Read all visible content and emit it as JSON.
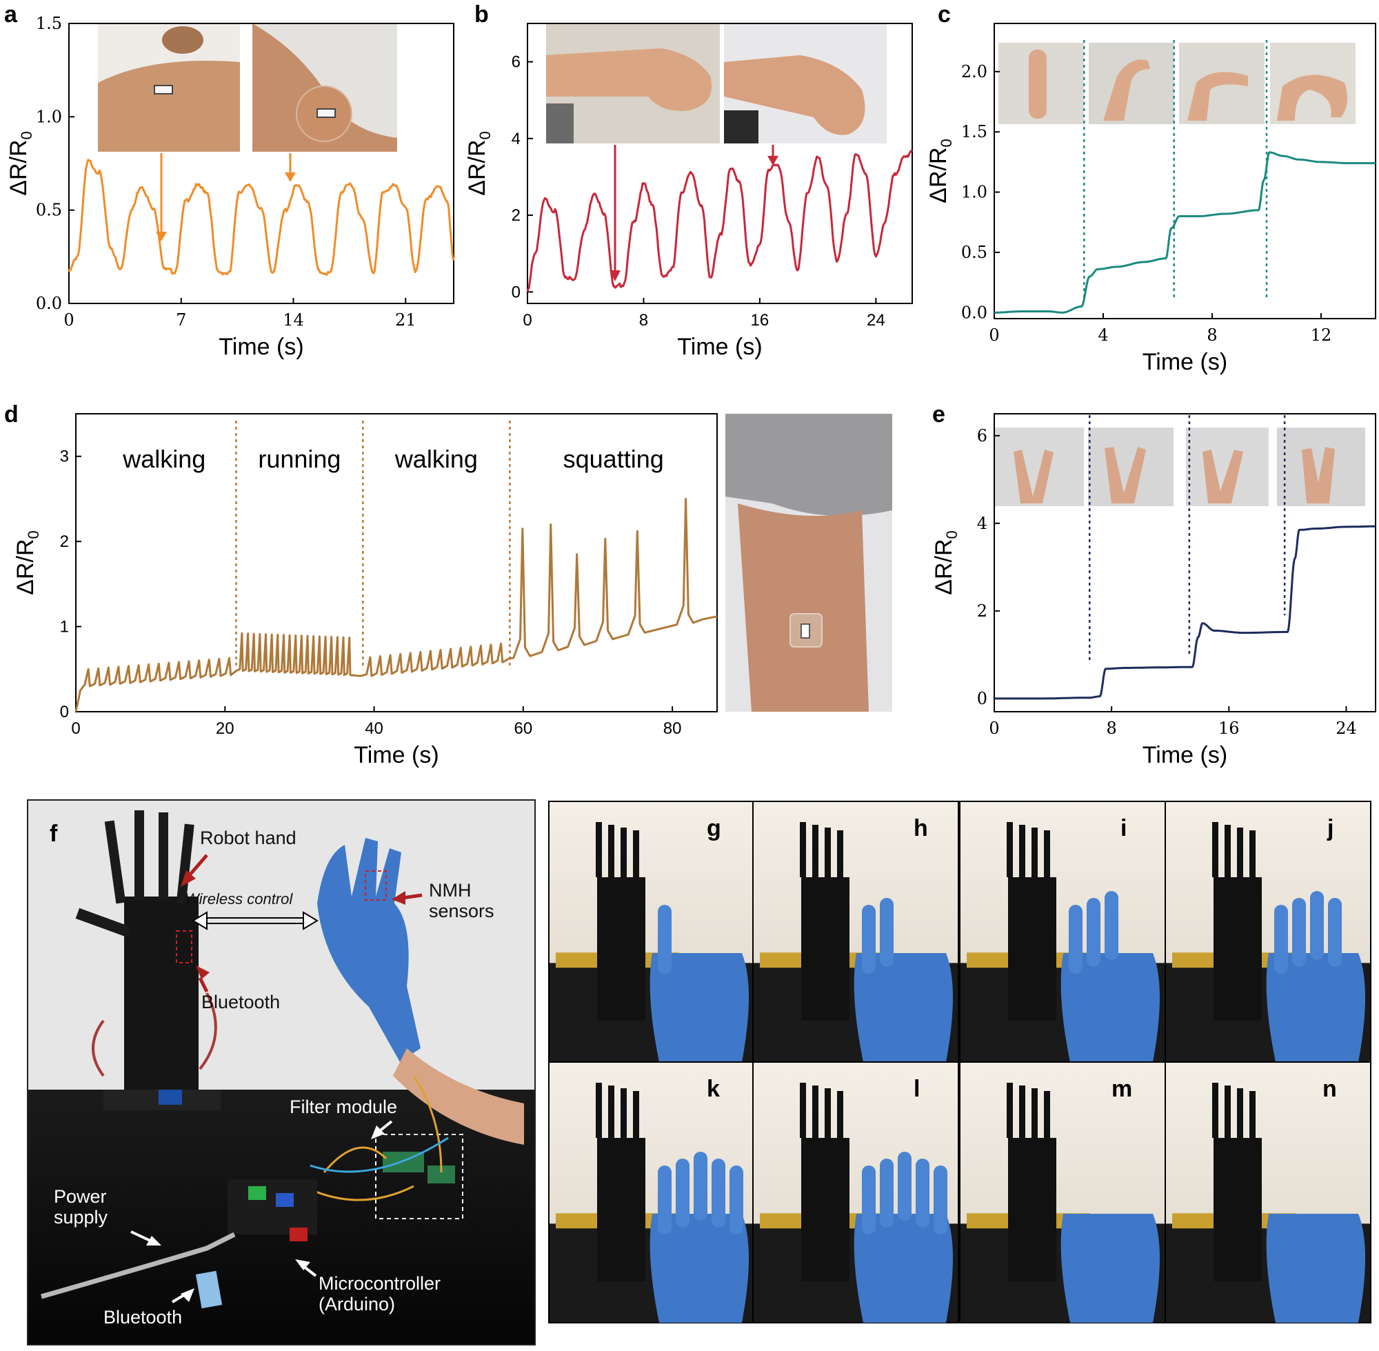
{
  "chart_data": [
    {
      "panel": "a",
      "type": "line",
      "xlabel": "Time (s)",
      "ylabel": "ΔR/R0",
      "xlim": [
        0,
        24
      ],
      "ylim": [
        0,
        1.5
      ],
      "xticks": [
        0,
        7,
        14,
        21
      ],
      "yticks": [
        "0.0",
        "0.5",
        "1.0",
        "1.5"
      ],
      "color": "#f08c28",
      "series": [
        {
          "x": [
            0,
            0.5,
            1.2,
            1.9,
            2.6,
            3.2,
            3.9,
            4.5,
            5.3,
            6.0,
            6.6,
            7.3,
            8.0,
            8.6,
            9.3,
            10.0,
            10.6,
            11.3,
            12.0,
            12.7,
            13.5,
            14.2,
            14.9,
            15.6,
            16.3,
            17.0,
            17.6,
            18.3,
            19.0,
            19.6,
            20.3,
            21.0,
            21.6,
            22.3,
            23.0,
            23.6,
            24.0
          ],
          "y": [
            0.17,
            0.25,
            0.76,
            0.7,
            0.3,
            0.18,
            0.5,
            0.63,
            0.5,
            0.18,
            0.17,
            0.55,
            0.63,
            0.6,
            0.17,
            0.16,
            0.6,
            0.63,
            0.5,
            0.17,
            0.5,
            0.63,
            0.55,
            0.17,
            0.16,
            0.6,
            0.64,
            0.45,
            0.17,
            0.6,
            0.63,
            0.52,
            0.17,
            0.55,
            0.63,
            0.55,
            0.23
          ]
        }
      ]
    },
    {
      "panel": "b",
      "type": "line",
      "xlabel": "Time (s)",
      "ylabel": "ΔR/R0",
      "xlim": [
        0,
        26.5
      ],
      "ylim": [
        -0.3,
        7
      ],
      "xticks": [
        0,
        8,
        16,
        24
      ],
      "yticks": [
        "0",
        "2",
        "4",
        "6"
      ],
      "color": "#c8283a",
      "series": [
        {
          "x": [
            0,
            0.5,
            1.2,
            1.9,
            2.6,
            3.2,
            3.9,
            4.6,
            5.3,
            6.0,
            6.6,
            7.3,
            8.0,
            8.6,
            9.3,
            10.0,
            10.6,
            11.3,
            12.0,
            12.6,
            13.3,
            14.0,
            14.6,
            15.3,
            16.0,
            16.6,
            17.3,
            18.0,
            18.6,
            19.3,
            20.0,
            20.6,
            21.3,
            22.0,
            22.6,
            23.3,
            24.0,
            24.6,
            25.3,
            26.0,
            26.5
          ],
          "y": [
            0.0,
            1.0,
            2.4,
            2.1,
            0.4,
            0.3,
            1.6,
            2.6,
            2.0,
            0.1,
            0.2,
            1.8,
            2.8,
            2.3,
            0.4,
            0.6,
            2.6,
            3.1,
            2.2,
            0.4,
            1.5,
            3.2,
            2.9,
            0.7,
            1.2,
            3.2,
            3.3,
            1.8,
            0.6,
            2.6,
            3.5,
            2.8,
            0.8,
            2.0,
            3.6,
            3.1,
            0.9,
            1.8,
            3.1,
            3.5,
            3.7
          ]
        }
      ]
    },
    {
      "panel": "c",
      "type": "line",
      "xlabel": "Time (s)",
      "ylabel": "ΔR/R0",
      "xlim": [
        0,
        14
      ],
      "ylim": [
        -0.05,
        2.4
      ],
      "xticks": [
        0,
        4,
        8,
        12
      ],
      "yticks": [
        "0.0",
        "0.5",
        "1.0",
        "1.5",
        "2.0"
      ],
      "color": "#1a8a80",
      "series": [
        {
          "x": [
            0,
            1,
            2,
            2.5,
            3.2,
            3.5,
            3.8,
            4.5,
            5.5,
            6.3,
            6.5,
            6.8,
            7.5,
            8.5,
            9.7,
            9.9,
            10.1,
            10.6,
            11.2,
            12,
            13,
            14
          ],
          "y": [
            0.0,
            0.01,
            0.01,
            0.0,
            0.05,
            0.3,
            0.36,
            0.38,
            0.42,
            0.45,
            0.7,
            0.8,
            0.8,
            0.82,
            0.85,
            1.1,
            1.33,
            1.3,
            1.27,
            1.25,
            1.24,
            1.24
          ]
        }
      ]
    },
    {
      "panel": "d",
      "type": "line",
      "xlabel": "Time (s)",
      "ylabel": "ΔR/R0",
      "xlim": [
        0,
        86
      ],
      "ylim": [
        0,
        3.5
      ],
      "xticks": [
        0,
        20,
        40,
        60,
        80
      ],
      "yticks": [
        "0",
        "1",
        "2",
        "3"
      ],
      "color": "#b07838",
      "phases": [
        {
          "label": "walking",
          "start": 0,
          "end": 21.5
        },
        {
          "label": "running",
          "start": 21.5,
          "end": 38.5
        },
        {
          "label": "walking",
          "start": 38.5,
          "end": 58.2
        },
        {
          "label": "squatting",
          "start": 58.2,
          "end": 86
        }
      ],
      "series": [
        {
          "spikes_walking1": {
            "start": 1.2,
            "end": 21,
            "step": 1.35,
            "base_from": 0.32,
            "base_to": 0.45,
            "peak": 0.18
          },
          "spikes_running": {
            "start": 22,
            "end": 37,
            "step": 0.8,
            "base_from": 0.5,
            "base_to": 0.45,
            "peak": 0.42
          },
          "spikes_walking2": {
            "start": 39,
            "end": 57.5,
            "step": 1.35,
            "base_from": 0.44,
            "base_to": 0.6,
            "peak": 0.2
          },
          "squat_peaks": [
            {
              "t": 59.9,
              "v": 2.15
            },
            {
              "t": 63.7,
              "v": 2.2
            },
            {
              "t": 67.2,
              "v": 1.85
            },
            {
              "t": 71,
              "v": 2.03
            },
            {
              "t": 75.3,
              "v": 2.12
            },
            {
              "t": 81.8,
              "v": 2.5
            }
          ],
          "squat_base_from": 0.62,
          "squat_base_to": 1.12
        }
      ]
    },
    {
      "panel": "e",
      "type": "line",
      "xlabel": "Time (s)",
      "ylabel": "ΔR/R0",
      "xlim": [
        0,
        26
      ],
      "ylim": [
        -0.3,
        6.5
      ],
      "xticks": [
        0,
        8,
        16,
        24
      ],
      "yticks": [
        "0",
        "2",
        "4",
        "6"
      ],
      "color": "#1c2c5c",
      "series": [
        {
          "x": [
            0,
            3,
            6.5,
            7.2,
            7.6,
            9,
            11,
            13.5,
            13.9,
            14.2,
            15,
            17,
            20,
            20.5,
            20.8,
            22,
            24,
            26
          ],
          "y": [
            0.0,
            0.0,
            0.02,
            0.05,
            0.68,
            0.7,
            0.71,
            0.72,
            1.4,
            1.72,
            1.55,
            1.5,
            1.52,
            3.2,
            3.85,
            3.88,
            3.92,
            3.93
          ]
        }
      ]
    }
  ],
  "panel_labels": {
    "a": "a",
    "b": "b",
    "c": "c",
    "d": "d",
    "e": "e",
    "f": "f",
    "g": "g",
    "h": "h",
    "i": "i",
    "j": "j",
    "k": "k",
    "l": "l",
    "m": "m",
    "n": "n"
  },
  "annotations": {
    "robot_hand": "Robot hand",
    "wireless_control": "Wireless control",
    "nmh_sensors": "NMH sensors",
    "bluetooth_top": "Bluetooth",
    "filter_module": "Filter module",
    "power_supply": "Power supply",
    "microcontroller": "Microcontroller (Arduino)",
    "bluetooth_bottom": "Bluetooth"
  },
  "colors": {
    "photo_skin": "#c89a7a",
    "photo_bg": "#e6e6e6",
    "glove": "#3f78c8",
    "robot": "#1a1a1a",
    "table": "#0e0e0e"
  }
}
